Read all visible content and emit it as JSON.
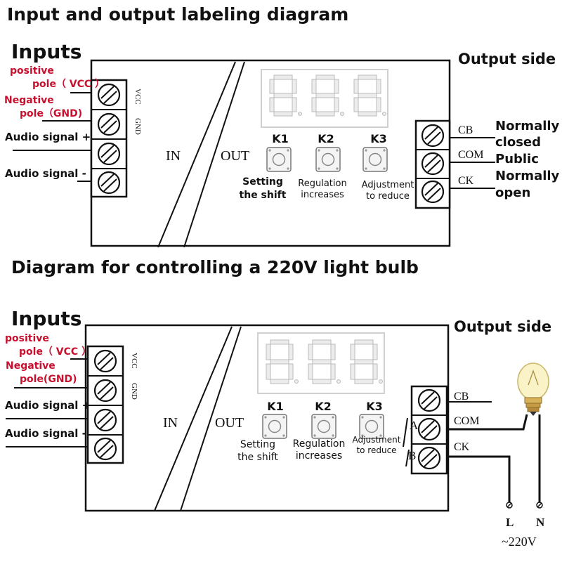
{
  "top_heading": "Input and output labeling diagram",
  "bottom_heading": "Diagram for controlling a 220V light bulb",
  "top": {
    "inputs_title": "Inputs",
    "output_title": "Output side",
    "input_labels": {
      "positive": "positive pole（ VCC ）",
      "positive_l1": "positive",
      "positive_l2": "pole（ VCC ）",
      "negative_l1": "Negative",
      "negative_l2": "pole（GND)",
      "audio_plus": "Audio signal +",
      "audio_minus": "Audio signal -"
    },
    "pcb_vcc": "VCC",
    "pcb_gnd": "GND",
    "in_label": "IN",
    "out_label": "OUT",
    "buttons": [
      {
        "key": "K1",
        "desc_l1": "Setting",
        "desc_l2": "the shift"
      },
      {
        "key": "K2",
        "desc_l1": "Regulation",
        "desc_l2": "increases"
      },
      {
        "key": "K3",
        "desc_l1": "Adjustment",
        "desc_l2": "to reduce"
      }
    ],
    "output_terminals": [
      "CB",
      "COM",
      "CK"
    ],
    "output_desc": {
      "nc_l1": "Normally",
      "nc_l2": "closed",
      "public": "Public",
      "no_l1": "Normally",
      "no_l2": "open"
    }
  },
  "bottom": {
    "inputs_title": "Inputs",
    "output_title": "Output side",
    "input_labels": {
      "positive_l1": "positive",
      "positive_l2": "pole（ VCC ）",
      "negative_l1": "Negative",
      "negative_l2": "pole(GND)",
      "audio_plus": "Audio signal +",
      "audio_minus": "Audio signal -"
    },
    "pcb_vcc": "VCC",
    "pcb_gnd": "GND",
    "in_label": "IN",
    "out_label": "OUT",
    "buttons": [
      {
        "key": "K1",
        "desc_l1": "Setting",
        "desc_l2": "the shift"
      },
      {
        "key": "K2",
        "desc_l1": "Regulation",
        "desc_l2": "increases"
      },
      {
        "key": "K3",
        "desc_l1": "Adjustment",
        "desc_l2": "to reduce"
      }
    ],
    "output_terminals": [
      "CB",
      "COM",
      "CK"
    ],
    "relay_labels": [
      "A",
      "B"
    ],
    "mains": {
      "l": "L",
      "n": "N",
      "voltage": "~220V"
    }
  },
  "colors": {
    "red": "#c8102e",
    "line": "#111111",
    "display": "#d8d8d8"
  }
}
